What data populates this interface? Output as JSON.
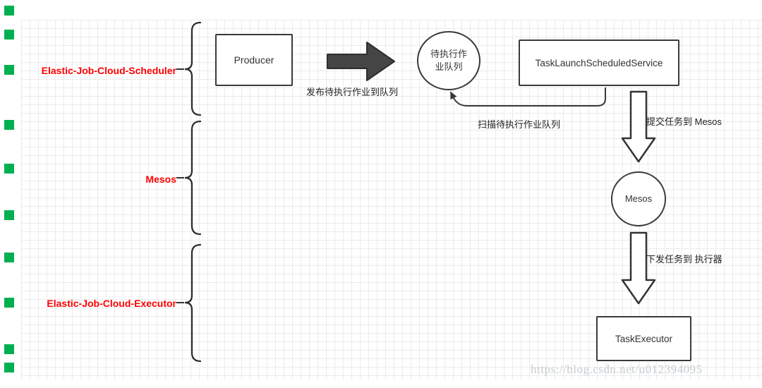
{
  "watermark": "https://blog.csdn.net/u012394095",
  "sections": [
    {
      "label": "Elastic-Job-Cloud-Scheduler"
    },
    {
      "label": "Mesos"
    },
    {
      "label": "Elastic-Job-Cloud-Executor"
    }
  ],
  "nodes": {
    "producer": "Producer",
    "queue": {
      "line1": "待执行作",
      "line2": "业队列"
    },
    "task_launch_service": "TaskLaunchScheduledService",
    "mesos": "Mesos",
    "task_executor": "TaskExecutor"
  },
  "edges": {
    "publish": "发布待执行作业到队列",
    "scan": "扫描待执行作业队列",
    "submit": "提交任务到 Mesos",
    "dispatch": "下发任务到 执行器"
  },
  "colors": {
    "section_label": "#ff0000",
    "shape_border": "#3a3a3a",
    "grid_line": "#ebebeb",
    "marker_green": "#00b050",
    "watermark": "#c6ccd1"
  }
}
